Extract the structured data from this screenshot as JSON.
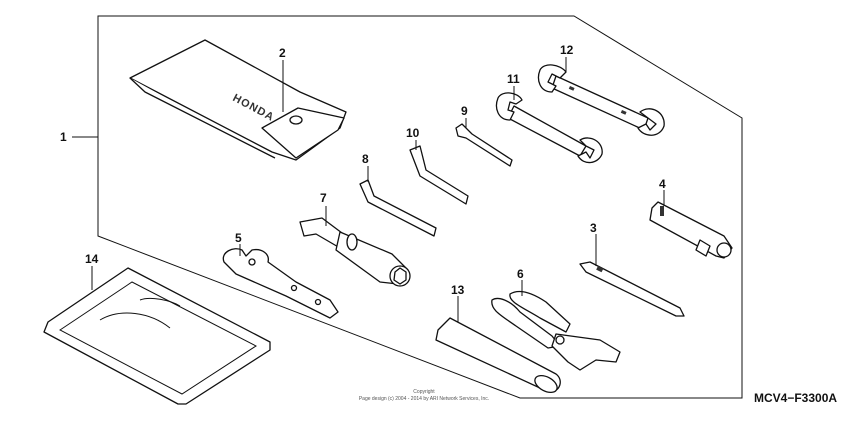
{
  "callouts": [
    "1",
    "2",
    "3",
    "4",
    "5",
    "6",
    "7",
    "8",
    "9",
    "10",
    "11",
    "12",
    "13",
    "14"
  ],
  "parts": {
    "pouch_brand": "HONDA"
  },
  "copyright": {
    "line1": "Copyright",
    "line2": "Page design (c) 2004 - 2014 by ARI Network Services, Inc."
  },
  "reference_code": "MCV4−F3300A"
}
